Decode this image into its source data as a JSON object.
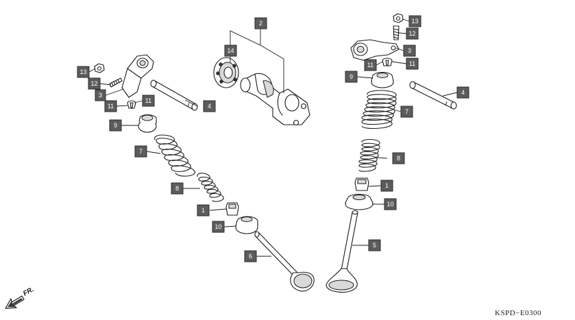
{
  "diagram": {
    "code": "KSPD−E0300",
    "front_label": "FR.",
    "callouts": [
      {
        "id": "c1-left",
        "label": "1"
      },
      {
        "id": "c1-right",
        "label": "1"
      },
      {
        "id": "c2",
        "label": "2"
      },
      {
        "id": "c3-left",
        "label": "3"
      },
      {
        "id": "c3-right",
        "label": "3"
      },
      {
        "id": "c4-left",
        "label": "4"
      },
      {
        "id": "c4-right",
        "label": "4"
      },
      {
        "id": "c5",
        "label": "5"
      },
      {
        "id": "c6",
        "label": "6"
      },
      {
        "id": "c7-left",
        "label": "7"
      },
      {
        "id": "c7-right",
        "label": "7"
      },
      {
        "id": "c8-left",
        "label": "8"
      },
      {
        "id": "c8-right",
        "label": "8"
      },
      {
        "id": "c9-left",
        "label": "9"
      },
      {
        "id": "c9-right",
        "label": "9"
      },
      {
        "id": "c10-left",
        "label": "10"
      },
      {
        "id": "c10-right",
        "label": "10"
      },
      {
        "id": "c11-left-a",
        "label": "11"
      },
      {
        "id": "c11-left-b",
        "label": "11"
      },
      {
        "id": "c11-right-a",
        "label": "11"
      },
      {
        "id": "c11-right-b",
        "label": "11"
      },
      {
        "id": "c12-left",
        "label": "12"
      },
      {
        "id": "c12-right",
        "label": "12"
      },
      {
        "id": "c13-left",
        "label": "13"
      },
      {
        "id": "c13-right",
        "label": "13"
      },
      {
        "id": "c14",
        "label": "14"
      }
    ]
  }
}
